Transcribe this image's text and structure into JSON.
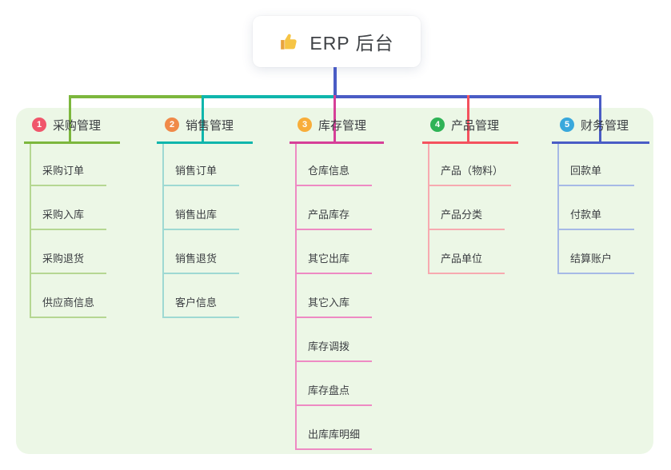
{
  "root": {
    "label": "ERP 后台",
    "icon": "thumbs-up-icon"
  },
  "canvas": {
    "background": "#ecf7e6",
    "connector_color": "#4a5cc5"
  },
  "branches": [
    {
      "number": "1",
      "label": "采购管理",
      "color": "#7cb73d",
      "light_color": "#b5d792",
      "badge_color": "#f0566b",
      "children": [
        "采购订单",
        "采购入库",
        "采购退货",
        "供应商信息"
      ]
    },
    {
      "number": "2",
      "label": "销售管理",
      "color": "#0fb6ac",
      "light_color": "#9ed9d3",
      "badge_color": "#f08a49",
      "children": [
        "销售订单",
        "销售出库",
        "销售退货",
        "客户信息"
      ]
    },
    {
      "number": "3",
      "label": "库存管理",
      "color": "#d63f98",
      "light_color": "#ee8ac3",
      "badge_color": "#f8ad3a",
      "children": [
        "仓库信息",
        "产品库存",
        "其它出库",
        "其它入库",
        "库存调拨",
        "库存盘点",
        "出库库明细"
      ]
    },
    {
      "number": "4",
      "label": "产品管理",
      "color": "#f4525e",
      "light_color": "#f7aab0",
      "badge_color": "#2fb356",
      "children": [
        "产品（物料）",
        "产品分类",
        "产品单位"
      ]
    },
    {
      "number": "5",
      "label": "财务管理",
      "color": "#4a5cc5",
      "light_color": "#a6b9e6",
      "badge_color": "#39a8dc",
      "children": [
        "回款单",
        "付款单",
        "结算账户"
      ]
    }
  ]
}
